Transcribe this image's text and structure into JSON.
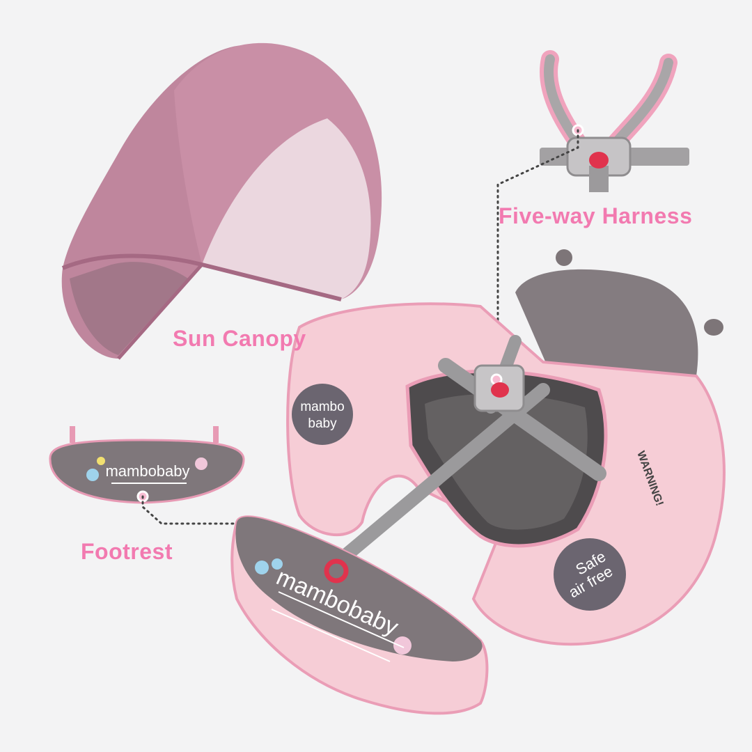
{
  "callouts": {
    "harness": "Five-way Harness",
    "canopy": "Sun Canopy",
    "footrest": "Footrest"
  },
  "product_marks": {
    "brand": "mambobaby",
    "badge_brand_line1": "mambo",
    "badge_brand_line2": "baby",
    "badge_safe_line1": "Safe",
    "badge_safe_line2": "air free",
    "warning_label": "WARNING!"
  },
  "colors": {
    "background": "#f3f3f4",
    "accent_label": "#f27ab0",
    "float_pink": "#f6cdd6",
    "float_grey": "#8c8589",
    "canopy_mauve": "#c98fa6",
    "buckle_red": "#e0334d"
  }
}
